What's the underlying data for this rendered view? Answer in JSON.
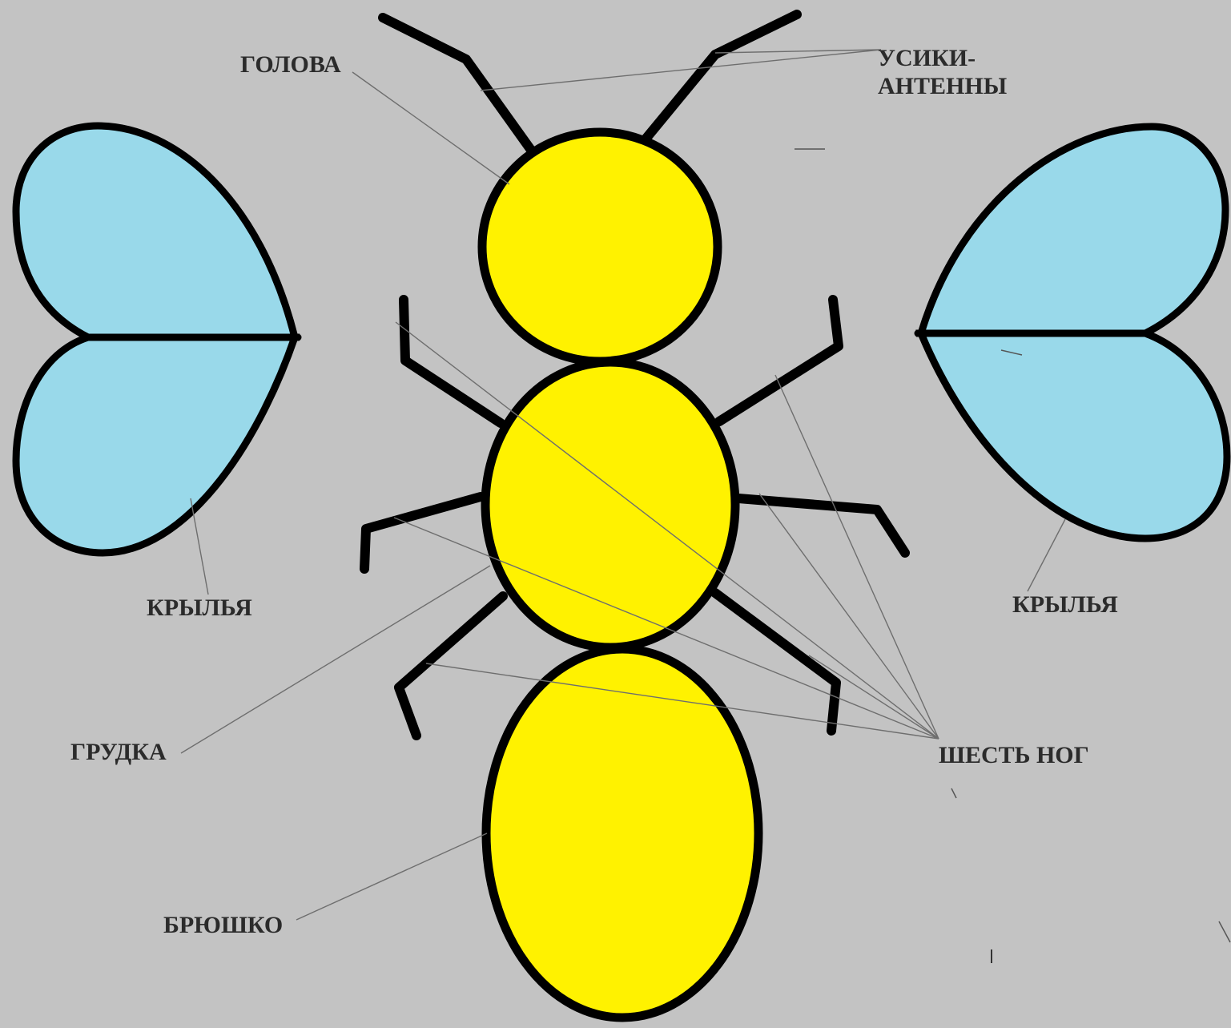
{
  "colors": {
    "background": "#c3c3c3",
    "body": "#fff200",
    "wings": "#99d9ea",
    "outline": "#000000",
    "leader_lines": "#6e6e6e",
    "label_text": "#2b2b2b"
  },
  "labels": {
    "head": "ГОЛОВА",
    "antennae_line1": "УСИКИ-",
    "antennae_line2": "АНТЕННЫ",
    "wings_left": "КРЫЛЬЯ",
    "wings_right": "КРЫЛЬЯ",
    "thorax": "ГРУДКА",
    "legs": "ШЕСТЬ НОГ",
    "abdomen": "БРЮШКО"
  }
}
